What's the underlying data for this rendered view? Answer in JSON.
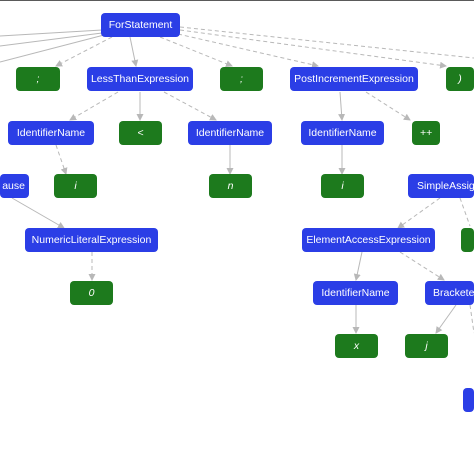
{
  "nodes": {
    "for_statement": "ForStatement",
    "semicolon_left": ";",
    "less_than_expression": "LessThanExpression",
    "semicolon_mid": ";",
    "post_increment_expression": "PostIncrementExpression",
    "close_paren": ")",
    "identifier_name_i": "IdentifierName",
    "less_than_token": "<",
    "identifier_name_n": "IdentifierName",
    "identifier_name_post": "IdentifierName",
    "plus_plus_token": "++",
    "clause_partial": "ause",
    "token_i_left": "i",
    "token_n": "n",
    "token_i_right": "i",
    "simple_assignment_partial": "SimpleAssig",
    "numeric_literal_expression": "NumericLiteralExpression",
    "element_access_expression": "ElementAccessExpression",
    "token_zero": "0",
    "identifier_name_x": "IdentifierName",
    "bracketed_partial": "Bracketed",
    "token_x": "x",
    "token_j": "j"
  },
  "colors": {
    "syntax_node": "#2b3ee6",
    "token_node": "#1d7a1d",
    "edge": "#b8b8b8"
  }
}
